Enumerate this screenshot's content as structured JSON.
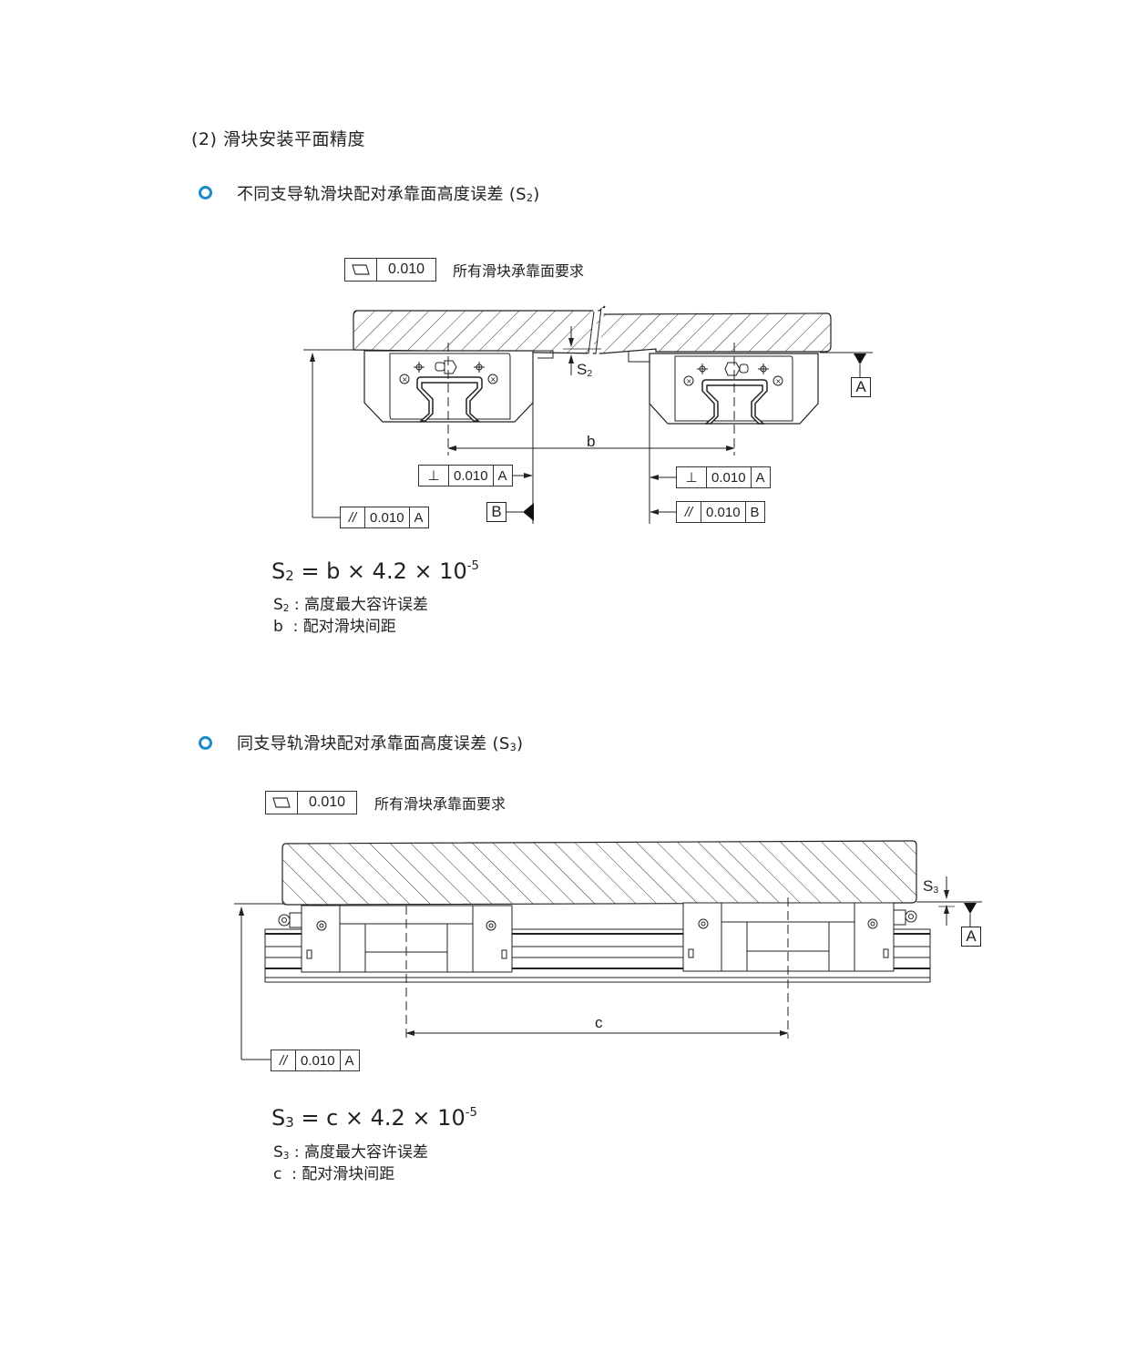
{
  "section": {
    "title": "(2) 滑块安装平面精度"
  },
  "accent_color": "#1a8ac8",
  "part1": {
    "bullet_icon": "circle-bullet-icon",
    "title_main": "不同支导轨滑块配对承靠面高度误差 (S",
    "title_sub": "2",
    "title_end": ")",
    "flatness_frame": {
      "symbol": "flatness-icon",
      "value": "0.010"
    },
    "flatness_note": "所有滑块承靠面要求",
    "diagram": {
      "s_label": "S",
      "s_sub": "2",
      "dim_label": "b",
      "datum_a": "A",
      "datum_b": "B",
      "frames": [
        {
          "symbol": "perpendicularity-icon",
          "value": "0.010",
          "datum": "A",
          "position": "left-perpendicular"
        },
        {
          "symbol": "perpendicularity-icon",
          "value": "0.010",
          "datum": "A",
          "position": "right-perpendicular"
        },
        {
          "symbol": "parallelism-icon",
          "value": "0.010",
          "datum": "B",
          "position": "right-parallel"
        },
        {
          "symbol": "parallelism-icon",
          "value": "0.010",
          "datum": "A",
          "position": "left-parallel"
        }
      ]
    },
    "formula": {
      "lhs": "S",
      "lhs_sub": "2",
      "rhs": " = b × 4.2 × 10",
      "exp": "-5"
    },
    "legend": [
      {
        "sym": "S",
        "sub": "2",
        "text": " : 高度最大容许误差"
      },
      {
        "sym": "b",
        "sub": "",
        "text": "  : 配对滑块间距"
      }
    ]
  },
  "part2": {
    "bullet_icon": "circle-bullet-icon",
    "title_main": "同支导轨滑块配对承靠面高度误差 (S",
    "title_sub": "3",
    "title_end": ")",
    "flatness_frame": {
      "symbol": "flatness-icon",
      "value": "0.010"
    },
    "flatness_note": "所有滑块承靠面要求",
    "diagram": {
      "s_label": "S",
      "s_sub": "3",
      "dim_label": "c",
      "datum_a": "A",
      "frames": [
        {
          "symbol": "parallelism-icon",
          "value": "0.010",
          "datum": "A",
          "position": "left-parallel"
        }
      ]
    },
    "formula": {
      "lhs": "S",
      "lhs_sub": "3",
      "rhs": " = c × 4.2 × 10",
      "exp": "-5"
    },
    "legend": [
      {
        "sym": "S",
        "sub": "3",
        "text": " : 高度最大容许误差"
      },
      {
        "sym": "c",
        "sub": "",
        "text": "  : 配对滑块间距"
      }
    ]
  }
}
